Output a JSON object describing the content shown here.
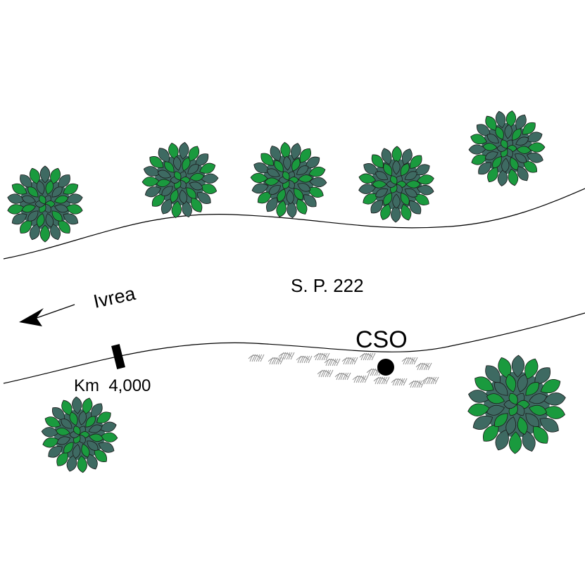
{
  "labels": {
    "direction": "Ivrea",
    "road": "S. P. 222",
    "site": "CSO",
    "kilometer": "Km  4,000"
  },
  "colors": {
    "foliage_light": "#1a9a3e",
    "foliage_dark": "#3e6a62",
    "outline": "#1a1a1a",
    "road_edge": "#000000",
    "grass": "#888888",
    "marker": "#000000"
  },
  "icons": {
    "tree": "tree-icon",
    "grass": "grass-tuft-icon",
    "marker": "site-marker-icon",
    "direction": "arrow-left-icon"
  }
}
